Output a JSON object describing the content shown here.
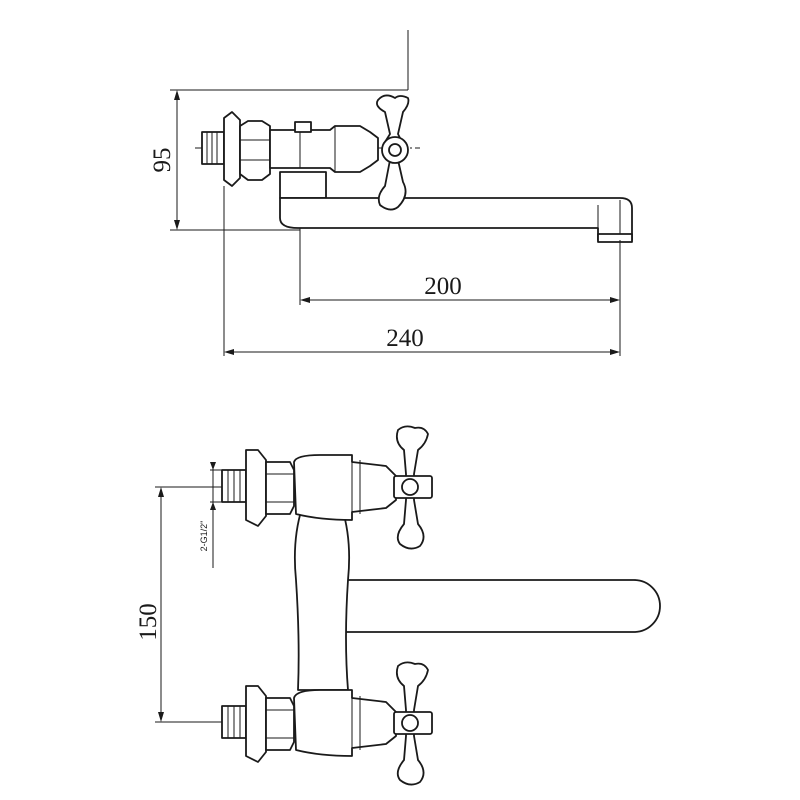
{
  "top_view": {
    "dim_height": "95",
    "dim_spout": "200",
    "dim_overall": "240"
  },
  "front_view": {
    "dim_spacing": "150",
    "thread_label": "2-G1/2\""
  }
}
